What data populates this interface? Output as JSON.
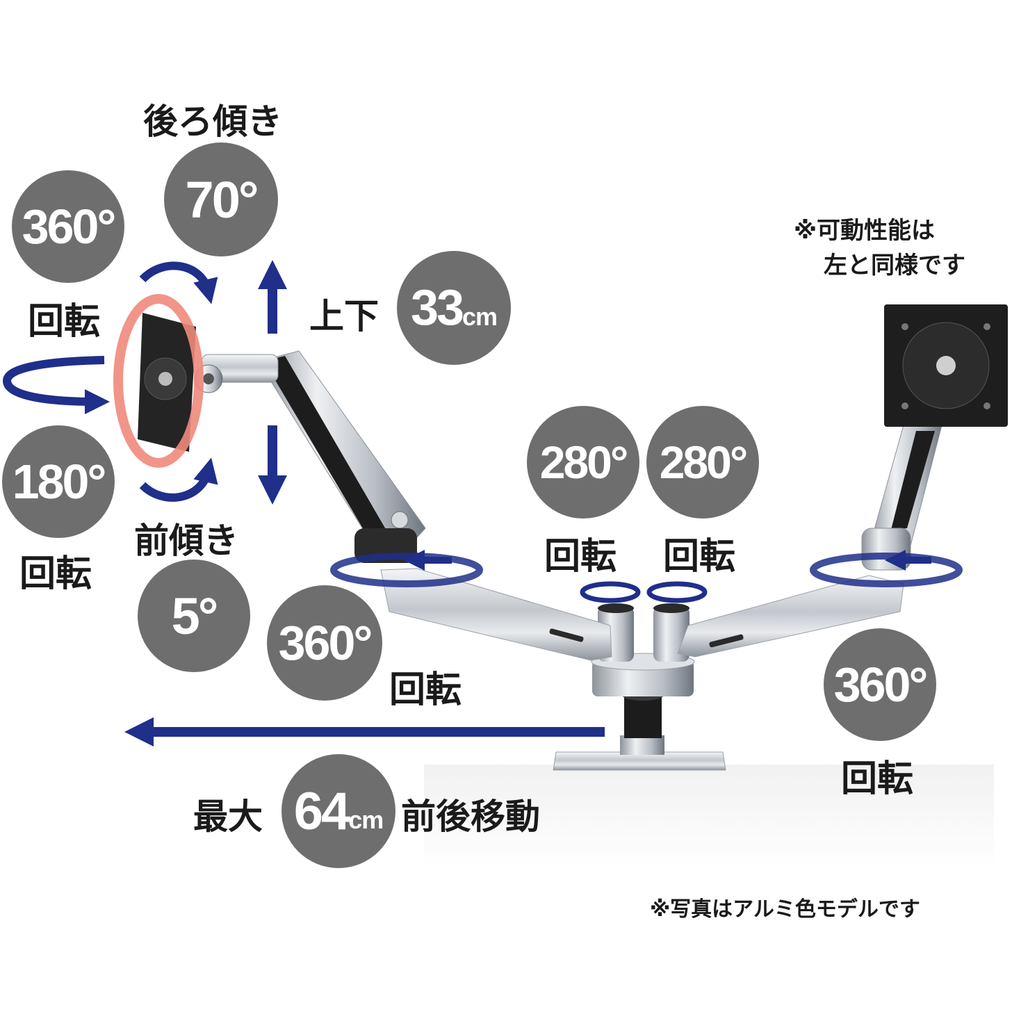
{
  "badges": {
    "rotate_top_left": "360°",
    "tilt_back": "70°",
    "vertical_value": "33",
    "vertical_unit": "cm",
    "rotate_bottom_left": "180°",
    "tilt_forward": "5°",
    "arm_rotate_left": "360°",
    "center_rotate_a": "280°",
    "center_rotate_b": "280°",
    "arm_rotate_right": "360°",
    "reach_value": "64",
    "reach_unit": "cm"
  },
  "labels": {
    "tilt_back": "後ろ傾き",
    "rotate_top_left": "回転",
    "vertical": "上下",
    "rotate_bottom_left": "回転",
    "tilt_forward": "前傾き",
    "arm_rotate_left": "回転",
    "center_rotate_a": "回転",
    "center_rotate_b": "回転",
    "arm_rotate_right": "回転",
    "reach_prefix": "最大",
    "reach_suffix": "前後移動"
  },
  "notes": {
    "right_arm_line1": "※可動性能は",
    "right_arm_line2": "左と同様です",
    "photo": "※写真はアルミ色モデルです"
  },
  "colors": {
    "arrow_blue": "#1f2f8a",
    "tilt_ring": "#ef8a7c",
    "badge_gray": "#6e6e6e",
    "aluminum": "#c9cdd3"
  }
}
